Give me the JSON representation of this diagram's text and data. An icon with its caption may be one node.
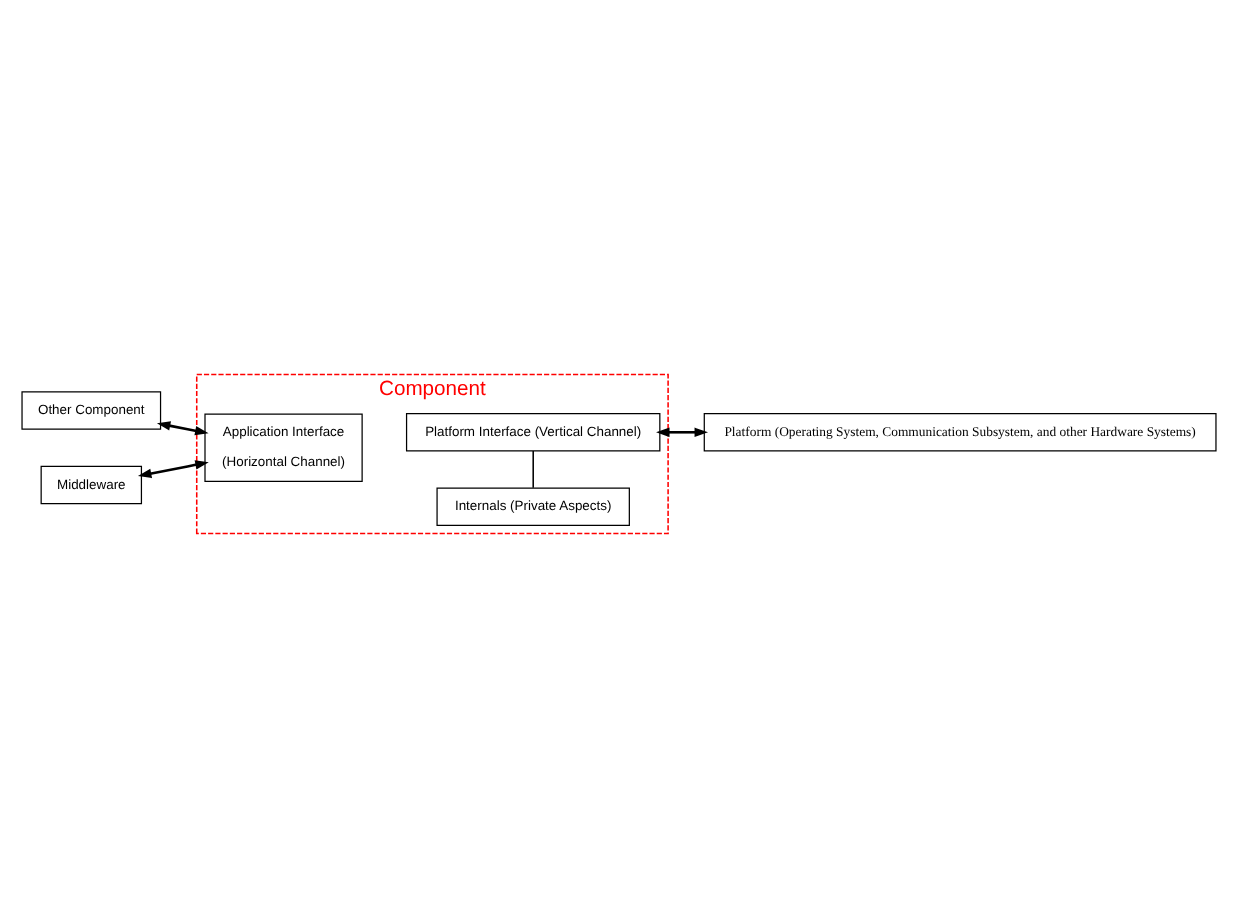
{
  "diagram": {
    "nodes": [
      {
        "text": [
          "Component"
        ]
      },
      {
        "text": [
          "Other Component"
        ]
      },
      {
        "text": [
          "Application Interface",
          "(Horizontal Channel)"
        ],
        "in": 0
      },
      {
        "text": [
          "Internals (Private Aspects)"
        ],
        "in": 0
      },
      {
        "text": [
          "Platform Interface (Vertical Channel)"
        ],
        "in": 0
      },
      {
        "text": [
          "Middleware"
        ]
      },
      {
        "text": [
          "Platform (Operating System, Communication Subsystem, and other Hardware Systems)"
        ]
      }
    ],
    "edges": [
      {
        "from": 1,
        "to": 2,
        "arrow": "both"
      },
      {
        "from": 5,
        "to": 2,
        "arrow": "both"
      },
      {
        "from": 3,
        "to": 4,
        "arrow": "none"
      },
      {
        "from": 4,
        "to": 6,
        "arrow": "both"
      }
    ]
  }
}
